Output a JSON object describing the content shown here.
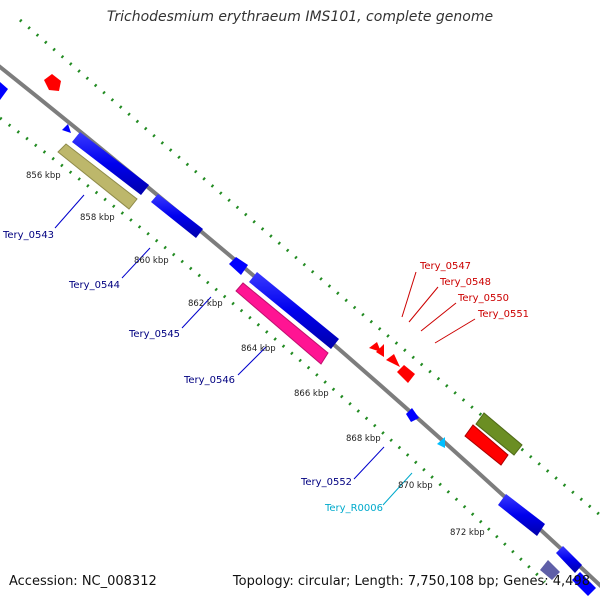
{
  "title": "Trichodesmium erythraeum IMS101, complete genome",
  "footer": {
    "accession": "Accession: NC_008312",
    "topology": "Topology: circular; Length: 7,750,108 bp; Genes: 4,498"
  },
  "colors": {
    "backbone": "#808080",
    "forward_gene": "#0000ff",
    "reverse_gene": "#ff0000",
    "olive_gene": "#6b8e23",
    "khaki_gene": "#bdb76b",
    "pink_gene": "#ff1493",
    "rna": "#00bfff",
    "dotted_track": "#228b22",
    "label_blue": "#000080",
    "label_red": "#cc0000",
    "label_cyan": "#00aacc"
  },
  "ticks": [
    "856 kbp",
    "858 kbp",
    "860 kbp",
    "862 kbp",
    "864 kbp",
    "866 kbp",
    "868 kbp",
    "870 kbp",
    "872 kbp"
  ],
  "gene_labels": [
    {
      "text": "Tery_0543",
      "color": "blue"
    },
    {
      "text": "Tery_0544",
      "color": "blue"
    },
    {
      "text": "Tery_0545",
      "color": "blue"
    },
    {
      "text": "Tery_0546",
      "color": "blue"
    },
    {
      "text": "Tery_0547",
      "color": "red"
    },
    {
      "text": "Tery_0548",
      "color": "red"
    },
    {
      "text": "Tery_0550",
      "color": "red"
    },
    {
      "text": "Tery_0551",
      "color": "red"
    },
    {
      "text": "Tery_0552",
      "color": "blue"
    },
    {
      "text": "Tery_R0006",
      "color": "cyan"
    }
  ]
}
